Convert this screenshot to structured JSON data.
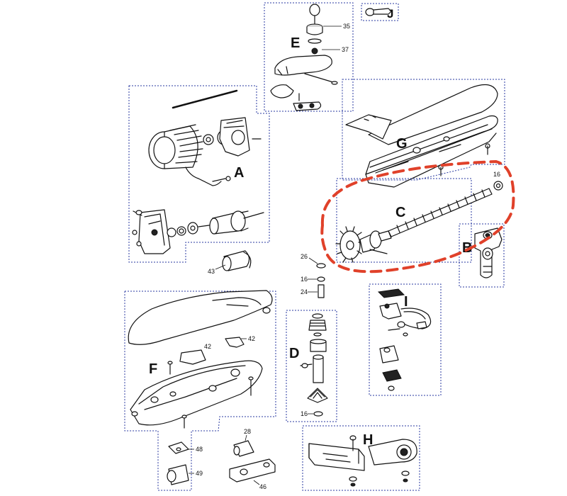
{
  "diagram": {
    "part_labels": {
      "A": "A",
      "B": "B",
      "C": "C",
      "D": "D",
      "E": "E",
      "F": "F",
      "G": "G",
      "H": "H",
      "I": "I",
      "J": "J"
    },
    "part_numbers": {
      "n16_c": "16",
      "n16_d_top": "16",
      "n16_d_bottom": "16",
      "n24": "24",
      "n26": "26",
      "n28": "28",
      "n35": "35",
      "n37": "37",
      "n42_top": "42",
      "n42_right": "42",
      "n43": "43",
      "n46": "46",
      "n48": "48",
      "n49": "49"
    },
    "highlight_color": "#e0412a",
    "box_color": "#2a3aa0"
  }
}
